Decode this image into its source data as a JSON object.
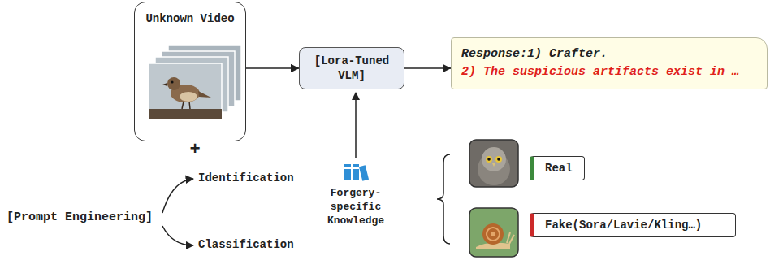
{
  "diagram": {
    "nodes": [
      {
        "text": [
          "Unknown Video"
        ]
      },
      {
        "text": [
          "[Lora-Tuned VLM]"
        ]
      },
      {
        "text": [
          "Response:1) Crafter.",
          "2) The suspicious artifacts exist in …"
        ]
      },
      {
        "text": [
          "Real"
        ]
      },
      {
        "text": [
          "Fake(Sora/Lavie/Kling…)"
        ]
      }
    ],
    "edges": [
      {
        "from": 0,
        "to": 1,
        "arrow": "to"
      },
      {
        "from": 1,
        "to": 2,
        "arrow": "to"
      }
    ],
    "labels": [
      "+",
      "[Prompt Engineering]",
      "Identification",
      "Classification",
      "Forgery-specific Knowledge"
    ]
  }
}
